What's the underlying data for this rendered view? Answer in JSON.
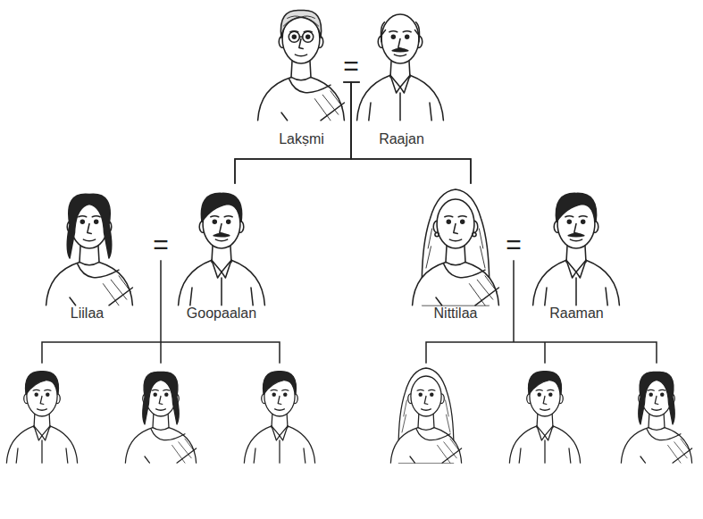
{
  "diagram": {
    "nodes": [
      {
        "text": [
          "Lakṣmi"
        ]
      },
      {
        "text": [
          "Raajan"
        ]
      },
      {
        "text": [
          "Liilaa"
        ]
      },
      {
        "text": [
          "Goopaalan"
        ]
      },
      {
        "text": [
          "Nittilaa"
        ]
      },
      {
        "text": [
          "Raaman"
        ]
      }
    ],
    "edges": [
      {
        "from": 0,
        "to": 3,
        "arrow": "none"
      },
      {
        "from": 1,
        "to": 3,
        "arrow": "none"
      },
      {
        "from": 0,
        "to": 4,
        "arrow": "none"
      },
      {
        "from": 1,
        "to": 4,
        "arrow": "none"
      }
    ],
    "labels": [
      "=",
      "=",
      "="
    ]
  }
}
